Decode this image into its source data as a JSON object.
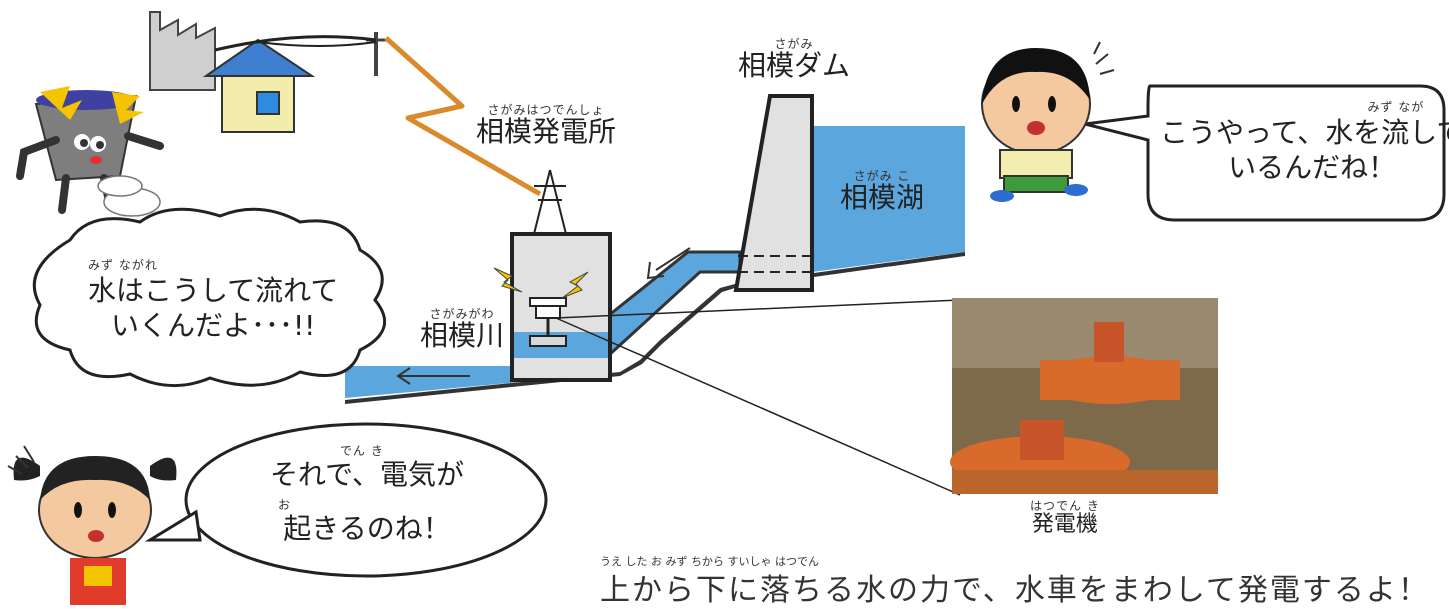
{
  "labels": {
    "dam": {
      "ruby": "さがみ",
      "text": "相模ダム"
    },
    "power_station": {
      "ruby": "さがみはつでんしょ",
      "text": "相模発電所"
    },
    "lake": {
      "ruby": "さがみ こ",
      "text": "相模湖"
    },
    "river": {
      "ruby": "さがみがわ",
      "text": "相模川"
    },
    "generator": {
      "ruby": "はつでん き",
      "text": "発電機"
    }
  },
  "bubbles": {
    "cloud": {
      "ruby": "みず                ながれ",
      "line1": "水はこうして流れて",
      "line2": "いくんだよ･･･!!"
    },
    "boy": {
      "ruby": "みず      なが",
      "line1": "こうやって、水を流して",
      "line2": "いるんだね！"
    },
    "girl": {
      "ruby1": "でん き",
      "line1": "それで、電気が",
      "ruby2": "お",
      "line2": "起きるのね！"
    }
  },
  "caption": {
    "ruby": "うえ          した      お            みず     ちから          すいしゃ                     はつでん",
    "text": "上から下に落ちる水の力で、水車をまわして発電するよ！"
  },
  "colors": {
    "water": "#5aa6dd",
    "dam": "#e1e1e1",
    "lightning": "#f5c400",
    "powerline": "#d98a2b",
    "turbine": "#d8602c"
  }
}
